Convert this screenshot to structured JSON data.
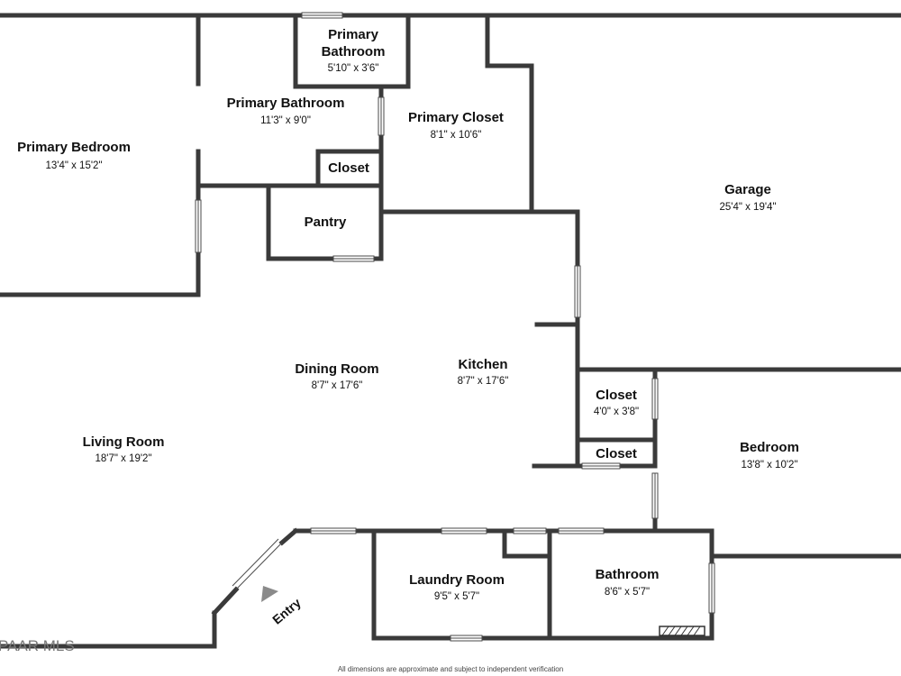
{
  "rooms": {
    "primary_bedroom": {
      "name": "Primary Bedroom",
      "dims": "13'4\" x 15'2\""
    },
    "primary_bathroom_small": {
      "name_line1": "Primary",
      "name_line2": "Bathroom",
      "dims": "5'10\" x 3'6\""
    },
    "primary_bathroom": {
      "name": "Primary Bathroom",
      "dims": "11'3\" x 9'0\""
    },
    "primary_closet": {
      "name": "Primary Closet",
      "dims": "8'1\" x 10'6\""
    },
    "closet_primary": {
      "name": "Closet"
    },
    "pantry": {
      "name": "Pantry"
    },
    "garage": {
      "name": "Garage",
      "dims": "25'4\" x 19'4\""
    },
    "dining_room": {
      "name": "Dining Room",
      "dims": "8'7\" x 17'6\""
    },
    "kitchen": {
      "name": "Kitchen",
      "dims": "8'7\" x 17'6\""
    },
    "closet_a": {
      "name": "Closet",
      "dims": "4'0\" x 3'8\""
    },
    "closet_b": {
      "name": "Closet"
    },
    "bedroom": {
      "name": "Bedroom",
      "dims": "13'8\" x 10'2\""
    },
    "living_room": {
      "name": "Living Room",
      "dims": "18'7\" x 19'2\""
    },
    "laundry_room": {
      "name": "Laundry Room",
      "dims": "9'5\" x 5'7\""
    },
    "bathroom": {
      "name": "Bathroom",
      "dims": "8'6\" x 5'7\""
    }
  },
  "entry_label": "Entry",
  "watermark": "PAAR MLS",
  "disclaimer": "All dimensions are approximate and subject to independent verification"
}
